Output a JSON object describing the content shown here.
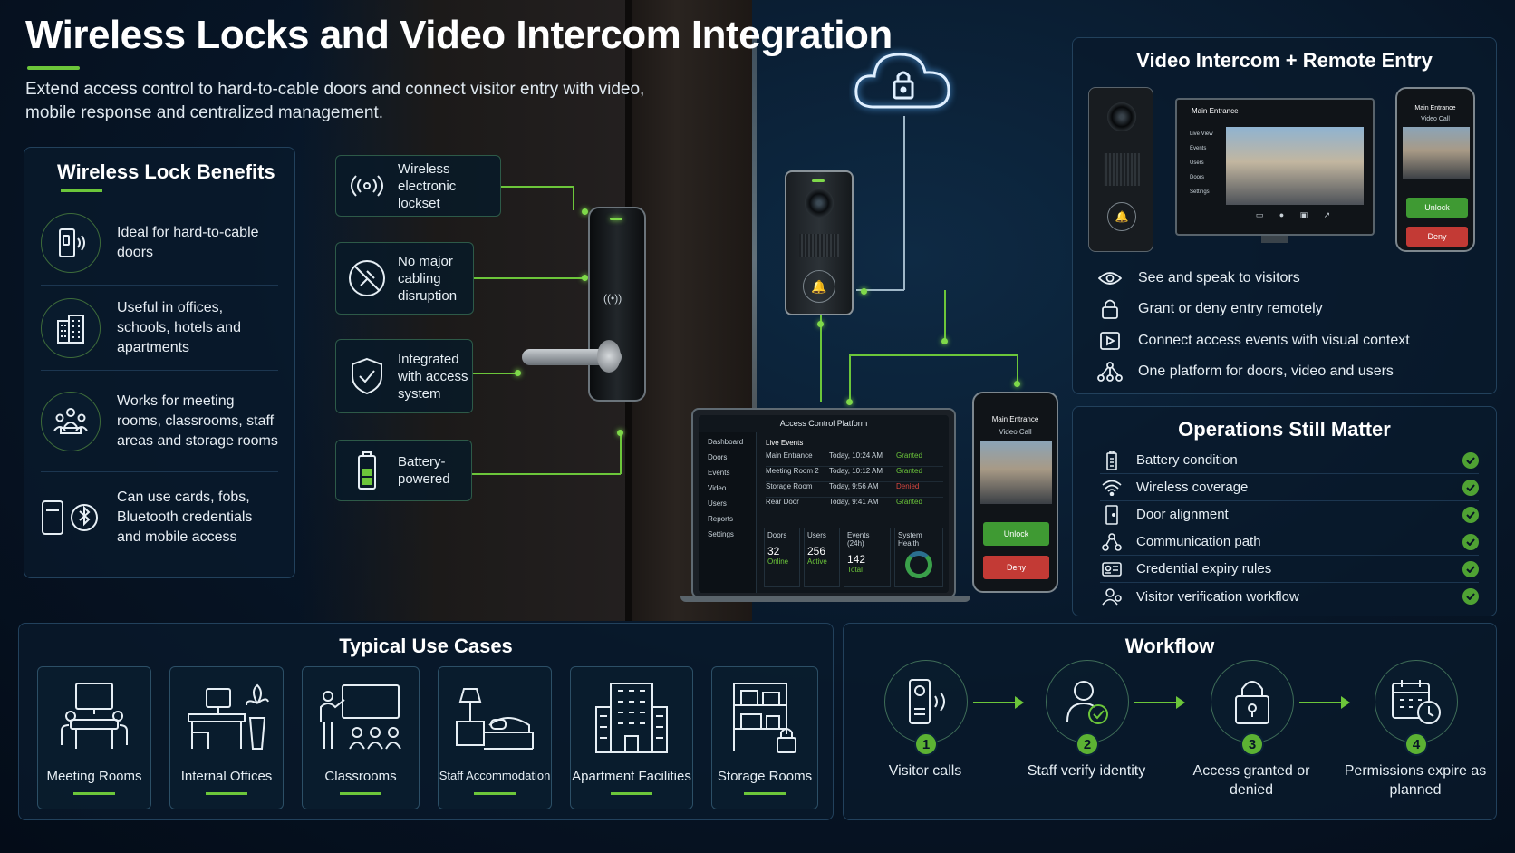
{
  "header": {
    "title": "Wireless Locks and Video Intercom Integration",
    "subtitle": "Extend access control to hard-to-cable doors and connect visitor entry with video, mobile response and centralized management."
  },
  "benefits": {
    "title": "Wireless Lock Benefits",
    "items": [
      {
        "icon": "door-wireless-icon",
        "text": "Ideal for hard-to-cable doors"
      },
      {
        "icon": "building-icon",
        "text": "Useful in offices, schools, hotels and apartments"
      },
      {
        "icon": "meeting-group-icon",
        "text": "Works for meeting rooms, classrooms, staff areas and storage rooms"
      },
      {
        "icon": "card-bluetooth-icon",
        "text": "Can use cards, fobs, Bluetooth credentials and mobile access"
      }
    ]
  },
  "callouts": [
    {
      "icon": "wireless-signal-icon",
      "text": "Wireless electronic lockset"
    },
    {
      "icon": "no-cable-icon",
      "text": "No major cabling disruption"
    },
    {
      "icon": "shield-check-icon",
      "text": "Integrated with access system"
    },
    {
      "icon": "battery-icon",
      "text": "Battery-powered"
    }
  ],
  "intercom_panel": {
    "title": "Video Intercom + Remote Entry",
    "monitor_title": "Main Entrance",
    "monitor_menu": [
      "Live View",
      "Events",
      "Users",
      "Doors",
      "Settings"
    ],
    "phone_title": "Main Entrance",
    "phone_subtitle": "Video Call",
    "unlock_label": "Unlock",
    "deny_label": "Deny",
    "items": [
      {
        "icon": "eye-icon",
        "text": "See and speak to visitors"
      },
      {
        "icon": "lock-icon",
        "text": "Grant or deny entry remotely"
      },
      {
        "icon": "play-video-icon",
        "text": "Connect access events with visual context"
      },
      {
        "icon": "network-icon",
        "text": "One platform for doors, video and users"
      }
    ]
  },
  "operations": {
    "title": "Operations Still Matter",
    "items": [
      {
        "icon": "battery-icon",
        "text": "Battery condition"
      },
      {
        "icon": "wifi-icon",
        "text": "Wireless coverage"
      },
      {
        "icon": "door-icon",
        "text": "Door alignment"
      },
      {
        "icon": "network-icon",
        "text": "Communication path"
      },
      {
        "icon": "id-card-icon",
        "text": "Credential expiry rules"
      },
      {
        "icon": "user-verify-icon",
        "text": "Visitor verification workflow"
      }
    ]
  },
  "laptop": {
    "title": "Access Control Platform",
    "menu": [
      "Dashboard",
      "Doors",
      "Events",
      "Video",
      "Users",
      "Reports",
      "Settings"
    ],
    "live_events_label": "Live Events",
    "events": [
      {
        "door": "Main Entrance",
        "time": "Today, 10:24 AM",
        "status": "Granted"
      },
      {
        "door": "Meeting Room 2",
        "time": "Today, 10:12 AM",
        "status": "Granted"
      },
      {
        "door": "Storage Room",
        "time": "Today, 9:56 AM",
        "status": "Denied"
      },
      {
        "door": "Rear Door",
        "time": "Today, 9:41 AM",
        "status": "Granted"
      }
    ],
    "stats": [
      {
        "label": "Doors",
        "value": "32",
        "sub": "Online"
      },
      {
        "label": "Users",
        "value": "256",
        "sub": "Active"
      },
      {
        "label": "Events (24h)",
        "value": "142",
        "sub": "Total"
      }
    ],
    "health_label": "System Health"
  },
  "phone_center": {
    "title": "Main Entrance",
    "subtitle": "Video Call",
    "unlock_label": "Unlock",
    "deny_label": "Deny"
  },
  "use_cases": {
    "title": "Typical Use Cases",
    "items": [
      {
        "icon": "meeting-room-icon",
        "label": "Meeting Rooms"
      },
      {
        "icon": "office-desk-icon",
        "label": "Internal Offices"
      },
      {
        "icon": "classroom-icon",
        "label": "Classrooms"
      },
      {
        "icon": "staff-bed-icon",
        "label": "Staff Accommodation"
      },
      {
        "icon": "apartment-building-icon",
        "label": "Apartment Facilities"
      },
      {
        "icon": "storage-shelves-icon",
        "label": "Storage Rooms"
      }
    ]
  },
  "workflow": {
    "title": "Workflow",
    "steps": [
      {
        "num": "1",
        "icon": "intercom-call-icon",
        "label": "Visitor calls"
      },
      {
        "num": "2",
        "icon": "user-check-icon",
        "label": "Staff verify identity"
      },
      {
        "num": "3",
        "icon": "padlock-icon",
        "label": "Access granted or denied"
      },
      {
        "num": "4",
        "icon": "calendar-clock-icon",
        "label": "Permissions expire as planned"
      }
    ]
  },
  "colors": {
    "accent": "#6cc63a",
    "deny": "#c33a35",
    "background": "#071526"
  }
}
